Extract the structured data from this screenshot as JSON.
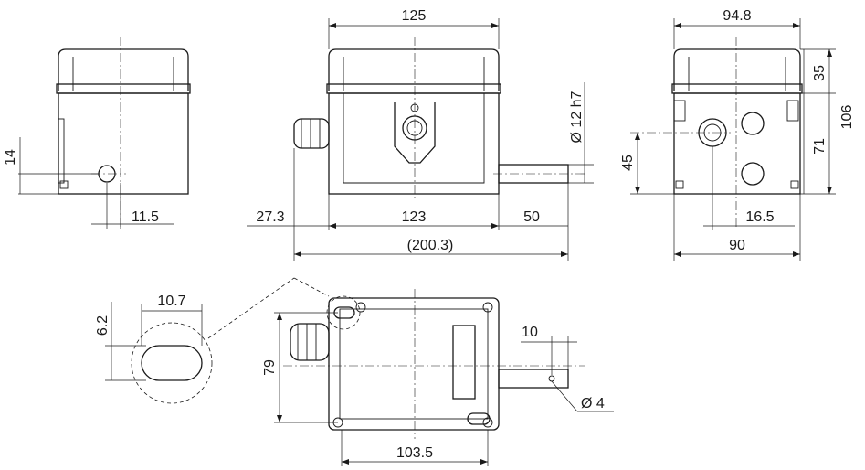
{
  "labels": {
    "top_width_center": "125",
    "top_width_right": "94.8",
    "right_h_35": "35",
    "right_h_106": "106",
    "right_h_71": "71",
    "right_h_45": "45",
    "shaft_dia": "Ø 12 h7",
    "left_h_14": "14",
    "left_w_11_5": "11.5",
    "w_27_3": "27.3",
    "w_123": "123",
    "w_50": "50",
    "w_200_3": "(200.3)",
    "w_16_5": "16.5",
    "w_90": "90",
    "detail_w_10_7": "10.7",
    "detail_h_6_2": "6.2",
    "bottom_h_79": "79",
    "bottom_w_103_5": "103.5",
    "bottom_w_10": "10",
    "pin_dia": "Ø 4"
  }
}
